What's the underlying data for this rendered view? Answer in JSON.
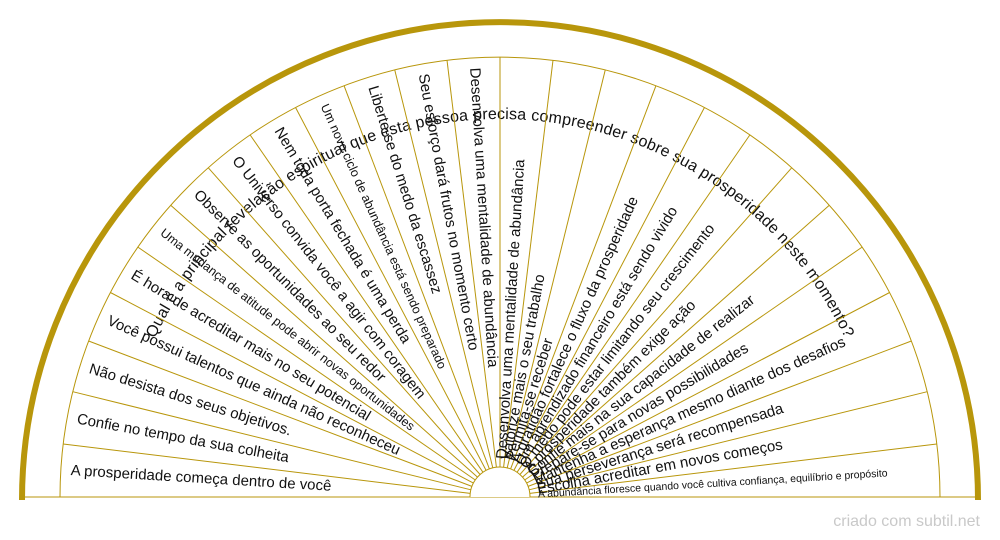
{
  "question": "Qual é a principal revelação espiritual que esta pessoa precisa compreender sobre sua prosperidade neste momento?",
  "sectors": [
    {
      "label": "A prosperidade começa dentro de você"
    },
    {
      "label": "Confie no tempo da sua colheita"
    },
    {
      "label": "Não desista dos seus objetivos."
    },
    {
      "label": "Você possui talentos que ainda não reconheceu"
    },
    {
      "label": "É hora de acreditar mais no seu potencial"
    },
    {
      "label": "Uma mudança de atitude pode abrir novas oportunidades"
    },
    {
      "label": "Observe as oportunidades ao seu redor"
    },
    {
      "label": "O Universo convida você a agir com coragem"
    },
    {
      "label": "Nem toda porta fechada é uma perda"
    },
    {
      "label": "Um novo ciclo de abundância está sendo preparado"
    },
    {
      "label": "Liberte-se do medo da escassez"
    },
    {
      "label": "Seu esforço dará frutos no momento certo"
    },
    {
      "label": "Desenvolva uma mentalidade de abundância"
    },
    {
      "label": "Desenvolva uma mentalidade de abundância"
    },
    {
      "label": "Valorize mais o seu trabalho"
    },
    {
      "label": "Permita-se receber"
    },
    {
      "label": "A gratidão fortalece o fluxo da prosperidade"
    },
    {
      "label": "Um aprendizado financeiro está sendo vivido"
    },
    {
      "label": "O medo pode estar limitando seu crescimento"
    },
    {
      "label": "A prosperidade também exige ação"
    },
    {
      "label": "Confie mais na sua capacidade de realizar"
    },
    {
      "label": "Prepare-se para novas possibilidades"
    },
    {
      "label": "Mantenha a esperança mesmo diante dos desafios"
    },
    {
      "label": "Sua perseverança será recompensada"
    },
    {
      "label": "Escolha acreditar em novos começos"
    },
    {
      "label": "A abundância floresce quando você cultiva confiança, equilíbrio e propósito"
    }
  ],
  "colors": {
    "ring": "#b8960b",
    "divider": "#b8960b",
    "text": "#111111",
    "credit": "#c9c9c9"
  },
  "credit": "criado com subtil.net"
}
